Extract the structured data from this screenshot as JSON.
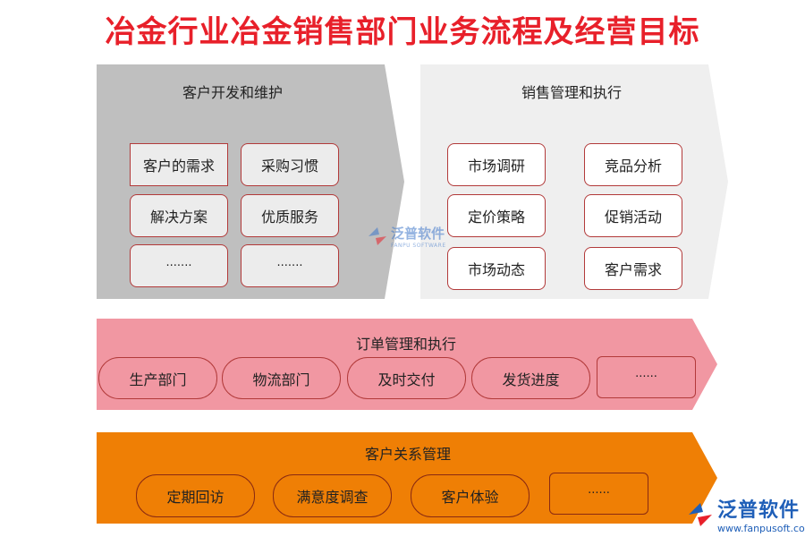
{
  "title": "冶金行业冶金销售部门业务流程及经营目标",
  "customer_dev": {
    "header": "客户开发和维护",
    "items": [
      "客户的需求",
      "采购习惯",
      "解决方案",
      "优质服务",
      "·······",
      "·······"
    ]
  },
  "sales_mgmt": {
    "header": "销售管理和执行",
    "items": [
      "市场调研",
      "竞品分析",
      "定价策略",
      "促销活动",
      "市场动态",
      "客户需求"
    ]
  },
  "order_mgmt": {
    "header": "订单管理和执行",
    "items": [
      "生产部门",
      "物流部门",
      "及时交付",
      "发货进度",
      "······"
    ]
  },
  "crm": {
    "header": "客户关系管理",
    "items": [
      "定期回访",
      "满意度调查",
      "客户体验",
      "······"
    ]
  },
  "watermark": {
    "name": "泛普软件",
    "sub": "FANPU SOFTWARE"
  },
  "logo": {
    "name": "泛普软件",
    "url": "www.fanpusoft.com"
  },
  "colors": {
    "title": "#e8202a",
    "panel_grey": "#bfbfbf",
    "panel_light": "#efefef",
    "band_pink": "#f197a2",
    "band_orange": "#ef7f05",
    "box_border": "#b23a3a"
  }
}
